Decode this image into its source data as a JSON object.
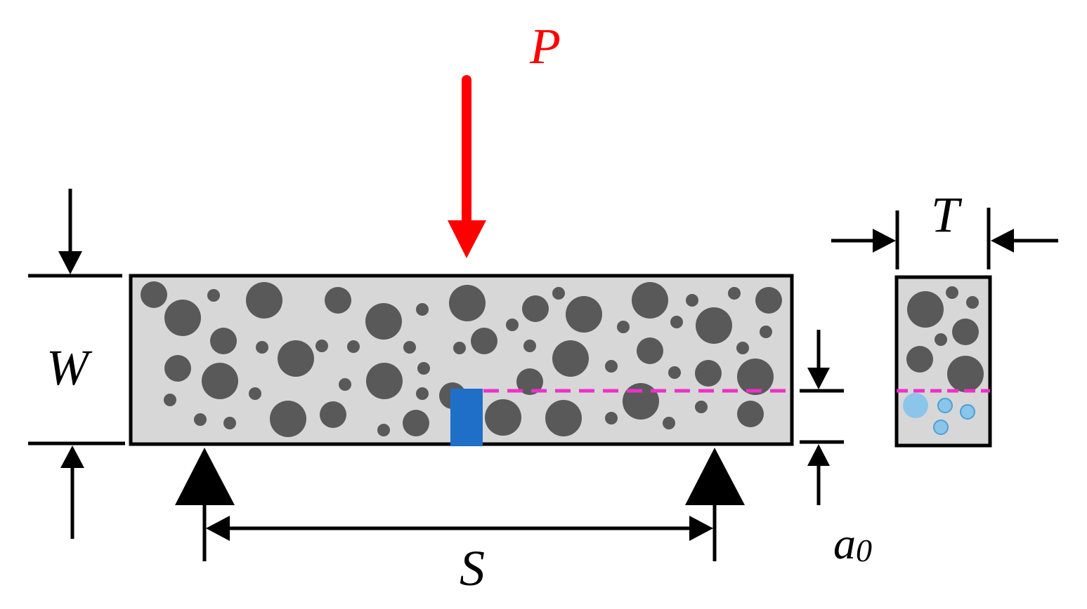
{
  "labels": {
    "load": "P",
    "depth": "W",
    "thickness": "T",
    "span": "S",
    "notch_depth_base": "a",
    "notch_depth_sub": "0"
  },
  "colors": {
    "load_arrow": "#ff0000",
    "beam_fill": "#d7d7d7",
    "aggregate": "#595959",
    "notch": "#1f6fc9",
    "crack_path": "#ee30c8",
    "cross_section_particles": "#8cc5ea",
    "outline": "#000000"
  }
}
